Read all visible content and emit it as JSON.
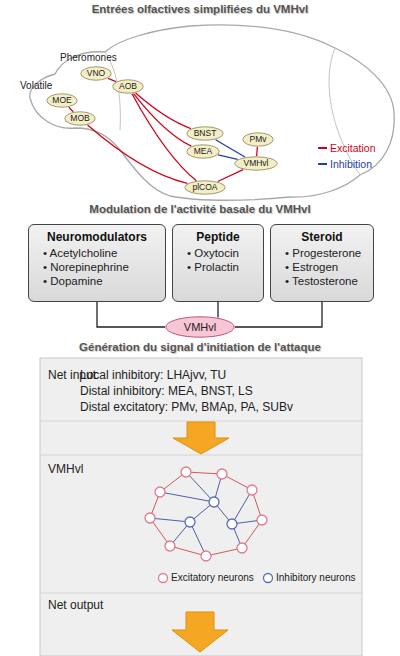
{
  "diagram": {
    "title": "Entrées olfactives simplifiées du VMHvl",
    "nodes": [
      {
        "text": [
          "VNO"
        ]
      },
      {
        "text": [
          "AOB"
        ]
      },
      {
        "text": [
          "MOE"
        ]
      },
      {
        "text": [
          "MOB"
        ]
      },
      {
        "text": [
          "BNST"
        ]
      },
      {
        "text": [
          "MEA"
        ]
      },
      {
        "text": [
          "PMv"
        ]
      },
      {
        "text": [
          "VMHvl"
        ]
      },
      {
        "text": [
          "plCOA"
        ]
      },
      {
        "text": [
          "Neuromodulators",
          "• Acetylcholine",
          "• Norepinephrine",
          "• Dopamine"
        ]
      },
      {
        "text": [
          "Peptide",
          "• Oxytocin",
          "• Prolactin"
        ]
      },
      {
        "text": [
          "Steroid",
          "• Progesterone",
          "• Estrogen",
          "• Testosterone"
        ]
      },
      {
        "text": [
          "VMHvl"
        ]
      },
      {
        "text": [
          "Net input",
          "Local inhibitory: LHAjvv, TU",
          "Distal inhibitory: MEA, BNST, LS",
          "Distal excitatory: PMv, BMAp, PA, SUBv"
        ]
      },
      {
        "text": [
          "VMHvl"
        ]
      },
      {
        "text": [
          "Net output"
        ]
      }
    ],
    "edges": [
      {
        "from": 0,
        "to": 1,
        "arrow": "none"
      },
      {
        "from": 2,
        "to": 3,
        "arrow": "none"
      },
      {
        "from": 1,
        "to": 4,
        "arrow": "none"
      },
      {
        "from": 1,
        "to": 5,
        "arrow": "none"
      },
      {
        "from": 1,
        "to": 8,
        "arrow": "none"
      },
      {
        "from": 3,
        "to": 8,
        "arrow": "none"
      },
      {
        "from": 4,
        "to": 7,
        "arrow": "none"
      },
      {
        "from": 5,
        "to": 7,
        "arrow": "none"
      },
      {
        "from": 6,
        "to": 7,
        "arrow": "none"
      },
      {
        "from": 8,
        "to": 7,
        "arrow": "none"
      },
      {
        "from": 9,
        "to": 12,
        "arrow": "none"
      },
      {
        "from": 10,
        "to": 12,
        "arrow": "none"
      },
      {
        "from": 11,
        "to": 12,
        "arrow": "none"
      },
      {
        "from": 13,
        "to": 14,
        "arrow": "to"
      }
    ],
    "labels": [
      "Pheromones",
      "Volatile",
      "Modulation de l'activité basale du VMHvl",
      "Génération du signal d'initiation de l'attaque"
    ],
    "legend": [
      {
        "text": "Excitation",
        "color": "#d0021b"
      },
      {
        "text": "Inhibition",
        "color": "#2540a0"
      },
      {
        "text": "Excitatory neurons"
      },
      {
        "text": "Inhibitory neurons"
      }
    ]
  }
}
